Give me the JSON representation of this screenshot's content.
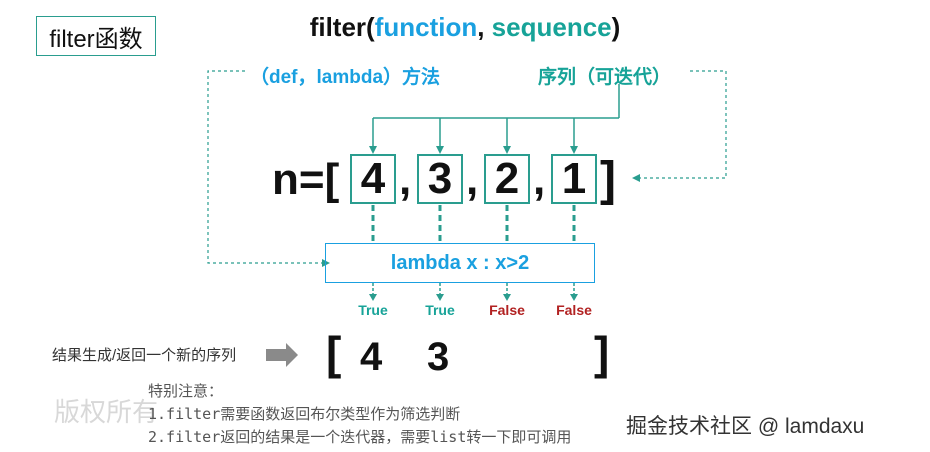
{
  "title": "filter函数",
  "formula": {
    "prefix": "filter(",
    "function_word": "function",
    "comma": ", ",
    "sequence_word": "sequence",
    "suffix": ")"
  },
  "labels": {
    "function_label": "（def，lambda）方法",
    "sequence_label": "序列（可迭代）"
  },
  "list_expr": {
    "prefix": "n=[",
    "values": [
      "4",
      "3",
      "2",
      "1"
    ],
    "separator": ",",
    "suffix": "]"
  },
  "lambda_box": "lambda x : x>2",
  "results": [
    "True",
    "True",
    "False",
    "False"
  ],
  "result_row": {
    "label": "结果生成/返回一个新的序列",
    "open": "[",
    "values": [
      "4",
      "3"
    ],
    "close": "]"
  },
  "notes": {
    "heading": "特别注意：",
    "line1": "1.filter需要函数返回布尔类型作为筛选判断",
    "line2": "2.filter返回的结果是一个迭代器，需要list转一下即可调用"
  },
  "watermark": "版权所有",
  "credit": "掘金技术社区 @ lamdaxu",
  "colors": {
    "teal": "#17a398",
    "blue": "#1aa0e0",
    "false_red": "#b22222"
  }
}
